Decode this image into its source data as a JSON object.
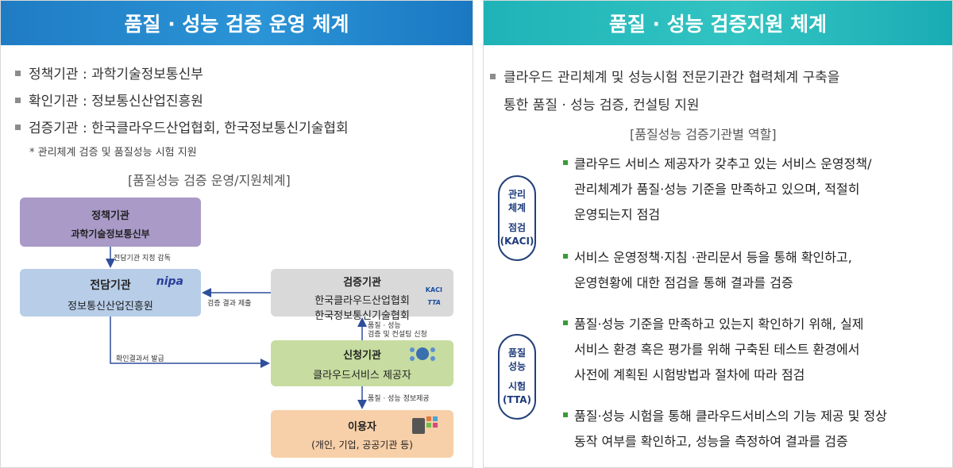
{
  "left": {
    "title": "품질 · 성능 검증 운영 체계",
    "bullets": [
      "정책기관 : 과학기술정보통신부",
      "확인기관 : 정보통신산업진흥원",
      "검증기관 : 한국클라우드산업협회, 한국정보통신기술협회"
    ],
    "note": "* 관리체계 검증 및 품질성능 시험 지원",
    "caption": "[품질성능 검증 운영/지원체계]",
    "diagram": {
      "policy": {
        "title": "정책기관",
        "sub": "과학기술정보통신부"
      },
      "agency": {
        "title": "전담기관",
        "sub": "정보통신산업진흥원",
        "logo": "nipa"
      },
      "verify": {
        "title": "검증기관",
        "sub1": "한국클라우드산업협회",
        "sub2": "한국정보통신기술협회",
        "logo1": "KACI",
        "logo2": "TTA"
      },
      "apply": {
        "title": "신청기관",
        "sub": "클라우드서비스 제공자"
      },
      "user": {
        "title": "이용자",
        "sub": "(개인, 기업, 공공기관 등)"
      },
      "arrows": {
        "designate": "전담기관 지정 감독",
        "submit": "검증 결과 제출",
        "issue": "확인결과서 발급",
        "request1": "품질 · 성능",
        "request2": "검증 및 컨설팅 신청",
        "provide": "품질 · 성능 정보제공"
      }
    }
  },
  "right": {
    "title": "품질 · 성능 검증지원 체계",
    "intro_line1": "클라우드 관리체계 및 성능시험 전문기관간 협력체계 구축을",
    "intro_line2": "통한 품질 · 성능 검증, 컨설팅 지원",
    "caption": "[품질성능 검증기관별 역할]",
    "pill1": {
      "l1": "관리",
      "l2": "체계",
      "l3": "점검",
      "l4": "(KACI)"
    },
    "pill2": {
      "l1": "품질",
      "l2": "성능",
      "l3": "시험",
      "l4": "(TTA)"
    },
    "items": [
      {
        "lines": [
          "클라우드 서비스 제공자가 갖추고 있는 서비스 운영정책/",
          "관리체계가 품질·성능 기준을 만족하고 있으며, 적절히",
          "운영되는지 점검"
        ]
      },
      {
        "lines": [
          "서비스 운영정책·지침 ·관리문서 등을 통해 확인하고,",
          "운영현황에 대한 점검을 통해 결과를 검증"
        ]
      },
      {
        "lines": [
          "품질·성능 기준을 만족하고 있는지 확인하기 위해, 실제",
          "서비스 환경 혹은 평가를 위해 구축된 테스트 환경에서",
          "사전에 계획된 시험방법과 절차에 따라 점검"
        ]
      },
      {
        "lines": [
          "품질·성능 시험을 통해 클라우드서비스의 기능 제공 및 정상",
          "동작 여부를 확인하고, 성능을 측정하여 결과를 검증"
        ]
      }
    ]
  }
}
